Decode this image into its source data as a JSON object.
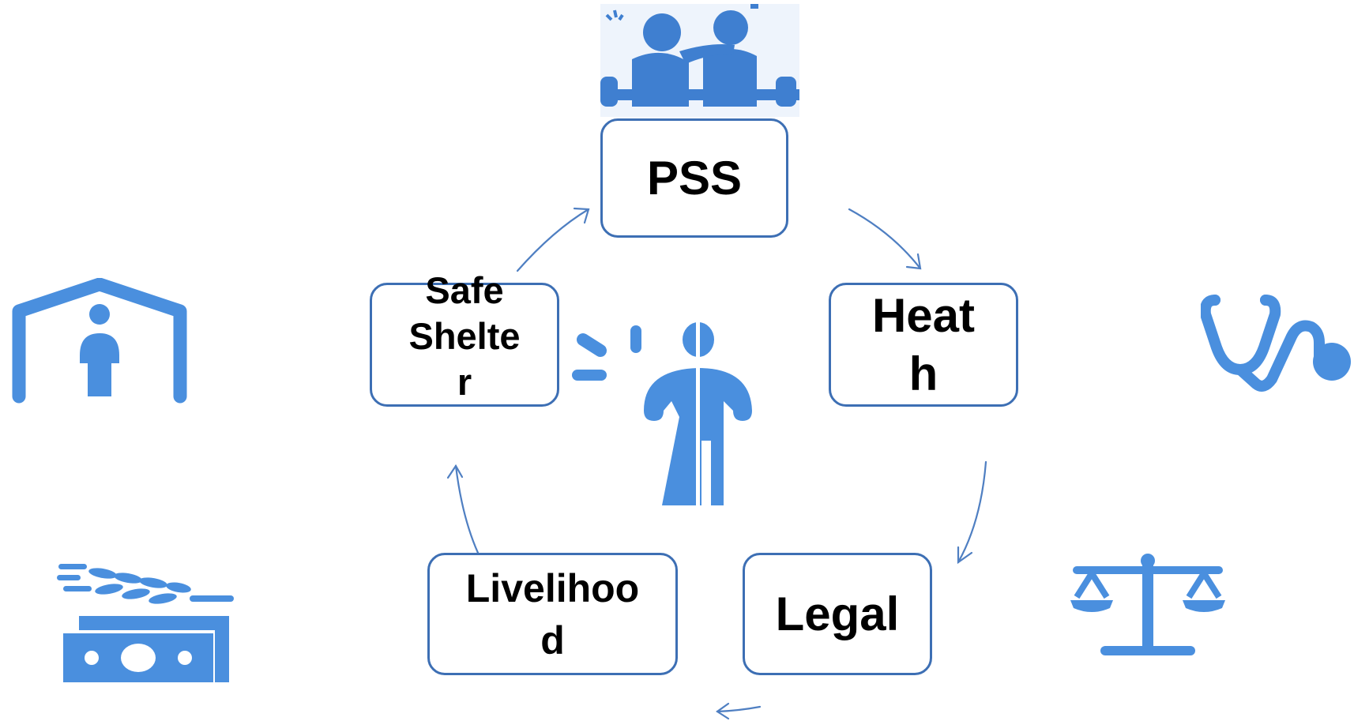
{
  "nodes": {
    "pss": "PSS",
    "heath": "Heat\nh",
    "legal": "Legal",
    "livelihood": "Livelihoo\nd",
    "shelter": "Safe\nShelte\nr"
  },
  "icons": {
    "pss": "people-comforting-icon",
    "shelter": "person-shelter-icon",
    "health": "stethoscope-icon",
    "legal": "scales-of-justice-icon",
    "livelihood": "cash-and-grain-icon",
    "center": "gender-person-icon"
  },
  "colors": {
    "icon": "#4a8fde",
    "box_border": "#3d6fb4",
    "arrow": "#4f7fc2",
    "text": "#000000"
  }
}
